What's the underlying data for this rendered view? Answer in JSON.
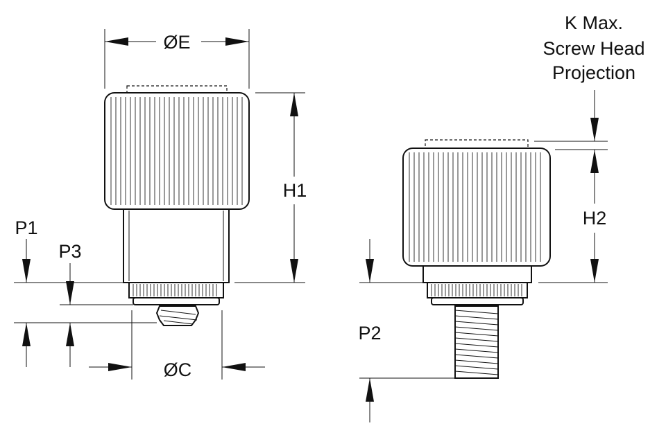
{
  "labels": {
    "dia_e": "ØE",
    "dia_c": "ØC",
    "h1": "H1",
    "h2": "H2",
    "p1": "P1",
    "p2": "P2",
    "p3": "P3",
    "k_line1": "K Max.",
    "k_line2": "Screw Head",
    "k_line3": "Projection"
  },
  "colors": {
    "line": "#111111",
    "background": "#ffffff"
  }
}
